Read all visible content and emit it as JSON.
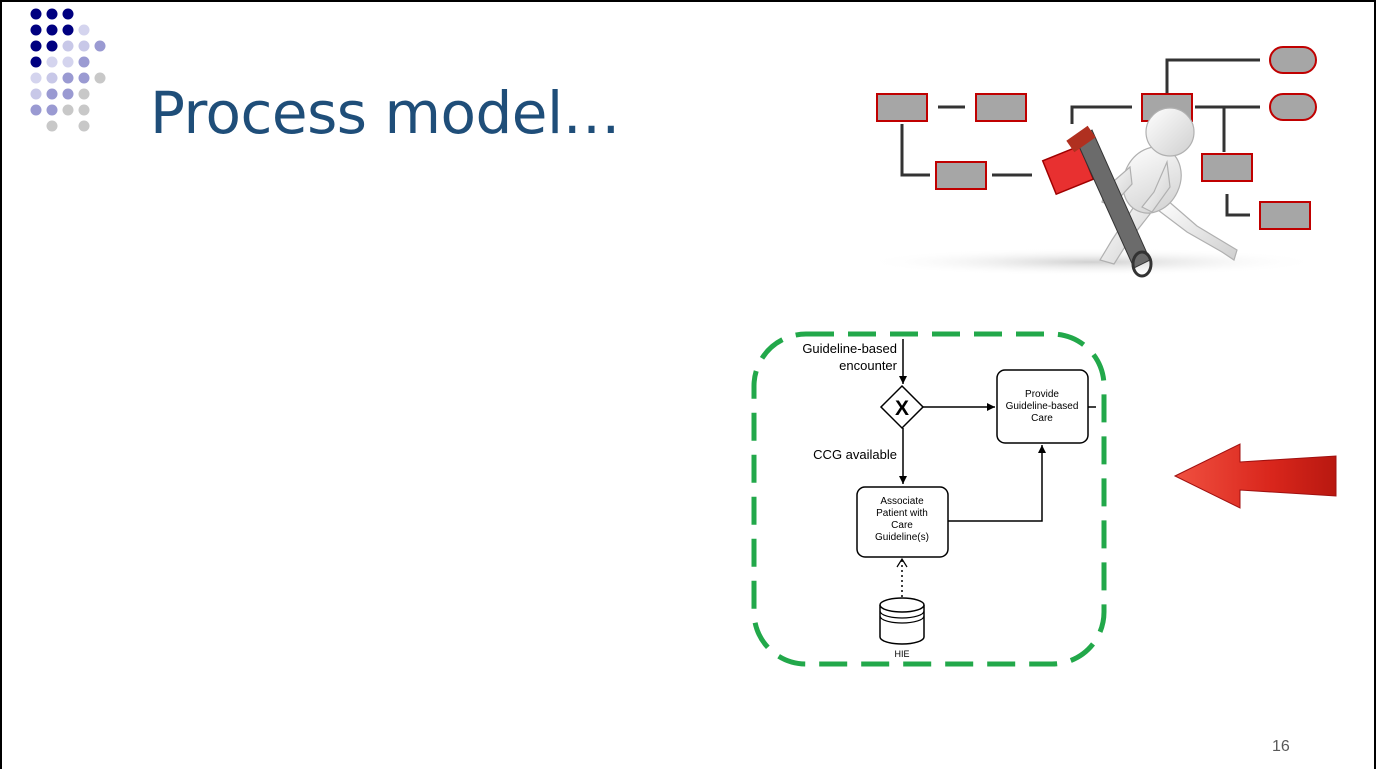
{
  "slide": {
    "title": "Process model…",
    "page_number": "16"
  },
  "diagram": {
    "start_label_line1": "Guideline-based",
    "start_label_line2": "encounter",
    "gateway_symbol": "X",
    "condition_label": "CCG available",
    "task_provide": [
      "Provide",
      "Guideline-based",
      "Care"
    ],
    "task_associate": [
      "Associate",
      "Patient with",
      "Care",
      "Guideline(s)"
    ],
    "datastore_label": "HIE",
    "frame_color": "#22a84a"
  },
  "illustration": {
    "icon": "process-figure-wrench-icon",
    "box_fill": "#a6a6a6",
    "box_border": "#c00000",
    "flag_color": "#e83030"
  },
  "arrow": {
    "icon": "red-left-arrow-icon",
    "color": "#d9261c"
  },
  "dots_colors": [
    "#000080",
    "#8a8ac8",
    "#c8c8e8",
    "#c8c8c8"
  ]
}
